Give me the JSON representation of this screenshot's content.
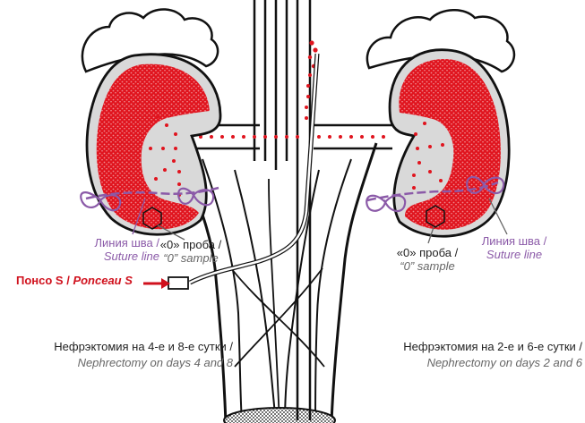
{
  "labels": {
    "left_suture_ru": "Линия шва /",
    "left_suture_en": "Suture line",
    "left_sample_ru": "«0» проба /",
    "left_sample_en": "“0” sample",
    "right_sample_ru": "«0» проба /",
    "right_sample_en": "“0” sample",
    "right_suture_ru": "Линия шва /",
    "right_suture_en": "Suture line",
    "ponceau_ru": "Понсо S / ",
    "ponceau_en": "Ponceau S",
    "left_nephrectomy_ru": "Нефрэктомия на 4-е и 8-е сутки /",
    "left_nephrectomy_en": "Nephrectomy on days 4 and 8",
    "right_nephrectomy_ru": "Нефрэктомия на 2-е и 6-е сутки /",
    "right_nephrectomy_en": "Nephrectomy on days 2 and 6"
  },
  "colors": {
    "stain_red": "#e0141e",
    "kidney_fill": "#d9d9d9",
    "suture_purple": "#8b5aa8",
    "label_gray": "#666666",
    "outline": "#111111"
  }
}
